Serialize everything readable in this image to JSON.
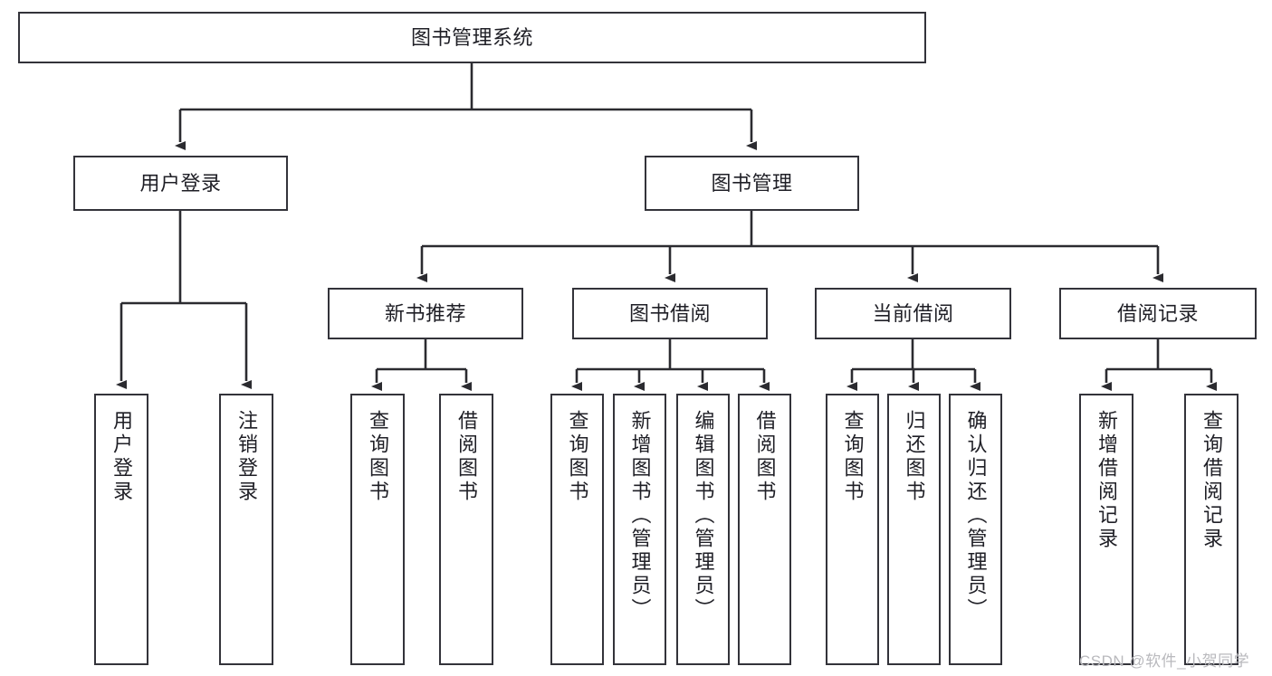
{
  "diagram": {
    "title": "图书管理系统",
    "type": "tree-hierarchy",
    "watermark": "CSDN @软件_小贺同学",
    "colors": {
      "box_border": "#33333a",
      "box_fill": "#ffffff",
      "line": "#2b2b30",
      "text": "#1f1f26",
      "watermark": "#b9b9bd",
      "background": "#ffffff"
    },
    "levels": {
      "root": {
        "label": "图书管理系统"
      },
      "level2": [
        {
          "label": "用户登录"
        },
        {
          "label": "图书管理"
        }
      ],
      "level3": [
        {
          "label": "新书推荐"
        },
        {
          "label": "图书借阅"
        },
        {
          "label": "当前借阅"
        },
        {
          "label": "借阅记录"
        }
      ],
      "leaves": {
        "user_login": [
          {
            "label": "用户登录"
          },
          {
            "label": "注销登录"
          }
        ],
        "new_book_recommend": [
          {
            "label": "查询图书"
          },
          {
            "label": "借阅图书"
          }
        ],
        "book_borrow": [
          {
            "label": "查询图书"
          },
          {
            "label": "新增图书（管理员）"
          },
          {
            "label": "编辑图书（管理员）"
          },
          {
            "label": "借阅图书"
          }
        ],
        "current_borrow": [
          {
            "label": "查询图书"
          },
          {
            "label": "归还图书"
          },
          {
            "label": "确认归还（管理员）"
          }
        ],
        "borrow_record": [
          {
            "label": "新增借阅记录"
          },
          {
            "label": "查询借阅记录"
          }
        ]
      }
    }
  }
}
